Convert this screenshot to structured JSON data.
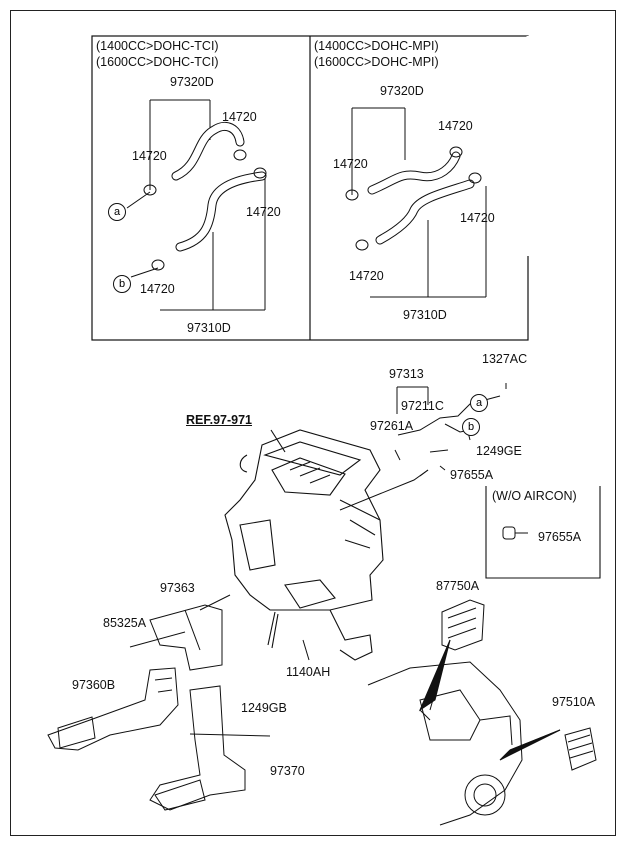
{
  "boxes": {
    "tci": {
      "line1": "(1400CC>DOHC-TCI)",
      "line2": "(1600CC>DOHC-TCI)"
    },
    "mpi": {
      "line1": "(1400CC>DOHC-MPI)",
      "line2": "(1600CC>DOHC-MPI)"
    },
    "woaircon": {
      "title": "(W/O AIRCON)"
    }
  },
  "labels": {
    "tci_97320D": "97320D",
    "tci_14720_a": "14720",
    "tci_14720_b": "14720",
    "tci_14720_c": "14720",
    "tci_14720_d": "14720",
    "tci_97310D": "97310D",
    "mpi_97320D": "97320D",
    "mpi_14720_a": "14720",
    "mpi_14720_b": "14720",
    "mpi_14720_c": "14720",
    "mpi_14720_d": "14720",
    "mpi_97310D": "97310D",
    "p1327AC": "1327AC",
    "p97313": "97313",
    "p97211C": "97211C",
    "p97261A": "97261A",
    "p1249GE": "1249GE",
    "p97655A": "97655A",
    "p97655A_alt": "97655A",
    "ref": "REF.97-971",
    "p97363": "97363",
    "p85325A": "85325A",
    "p1140AH": "1140AH",
    "p97360B": "97360B",
    "p1249GB": "1249GB",
    "p97370": "97370",
    "p87750A": "87750A",
    "p97510A": "97510A"
  },
  "callouts": {
    "a": "a",
    "b": "b"
  }
}
